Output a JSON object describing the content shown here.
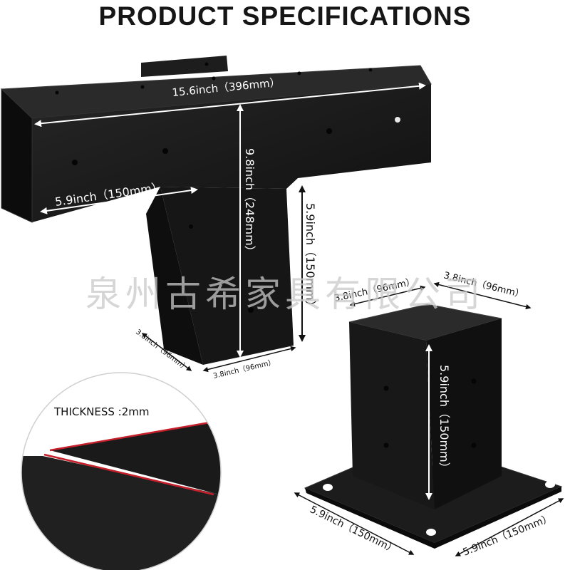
{
  "title": "PRODUCT SPECIFICATIONS",
  "watermark": "泉州古希家具有限公司",
  "colors": {
    "metal_dark": "#141414",
    "metal_mid": "#232323",
    "metal_edge": "#3a3a3a",
    "arrow": "#ffffff",
    "edge_red": "#c41f2a",
    "watermark": "#c9c9c9"
  },
  "t_bracket": {
    "top_width": "15.6inch（396mm）",
    "arm_length": "5.9inch（150mm）",
    "total_height": "9.8inch（248mm）",
    "leg_height": "5.9inch（150mm）",
    "leg_depth": "3.8inch（96mm）",
    "leg_width": "3.8inch（96mm）"
  },
  "post_base": {
    "top_left_side": "3.8inch（96mm）",
    "top_right_side": "3.8inch（96mm）",
    "sleeve_height": "5.9inch（150mm）",
    "base_left": "5.9inch（150mm）",
    "base_right": "5.9inch（150mm）"
  },
  "thickness_label": "THICKNESS :2mm"
}
